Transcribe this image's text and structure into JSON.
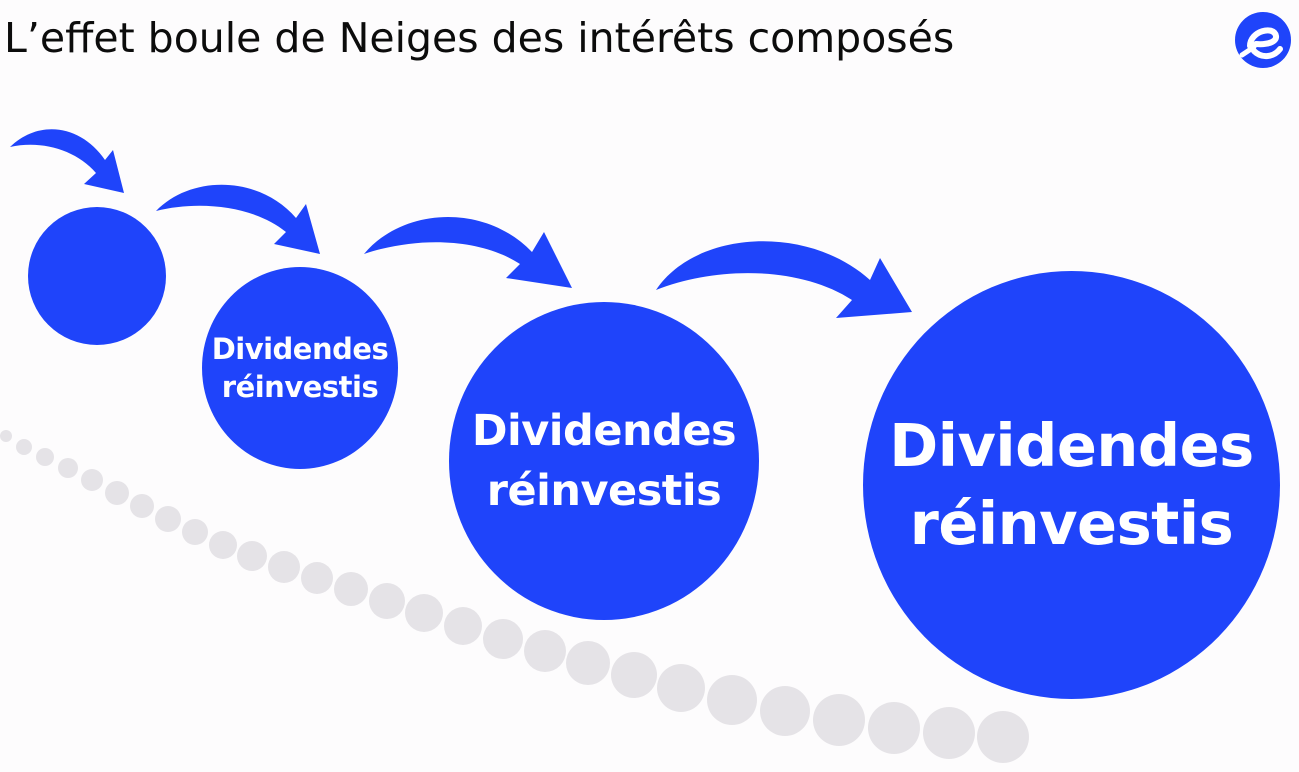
{
  "title": "L’effet boule de Neiges des intérêts composés",
  "logo": {
    "icon": "e-logo-icon",
    "color": "#1f44fa"
  },
  "colors": {
    "ball": "#1f44fa",
    "arrow": "#1f44fa",
    "trail": "#e5e3e7",
    "text": "#ffffff"
  },
  "balls": [
    {
      "line1": "",
      "line2": ""
    },
    {
      "line1": "Dividendes",
      "line2": "réinvestis"
    },
    {
      "line1": "Dividendes",
      "line2": "réinvestis"
    },
    {
      "line1": "Dividendes",
      "line2": "réinvestis"
    }
  ]
}
